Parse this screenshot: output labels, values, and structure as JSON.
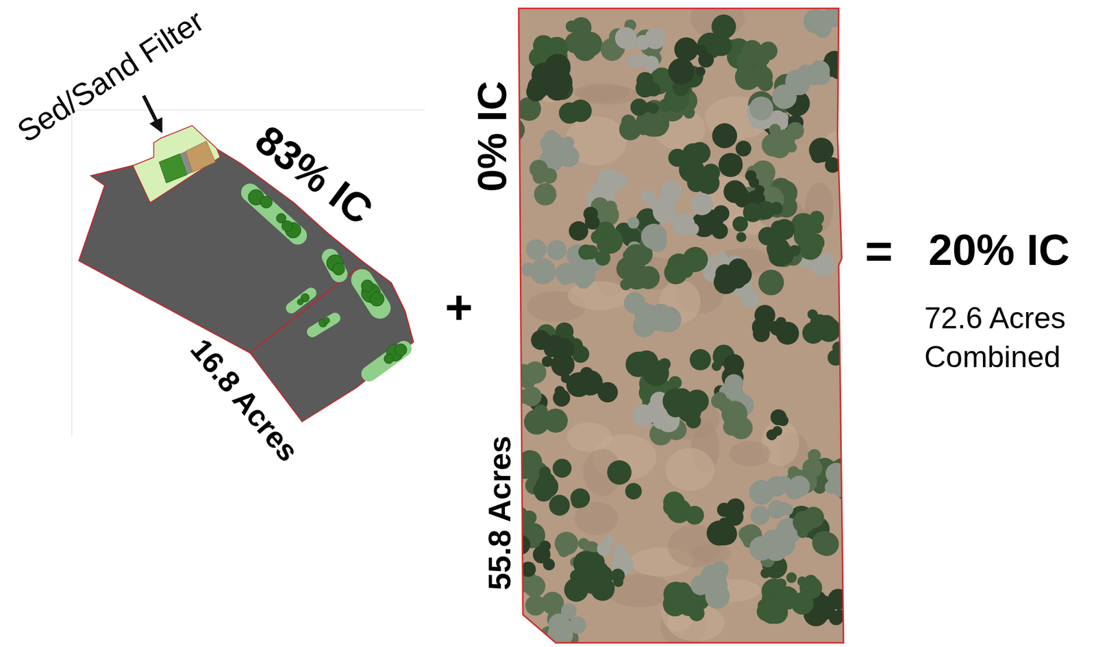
{
  "diagram": {
    "labels": [
      "Sed/Sand Filter",
      "83% IC",
      "16.8 Acres",
      "+",
      "0% IC",
      "55.8 Acres",
      "=",
      "20% IC",
      "72.6 Acres Combined"
    ]
  }
}
